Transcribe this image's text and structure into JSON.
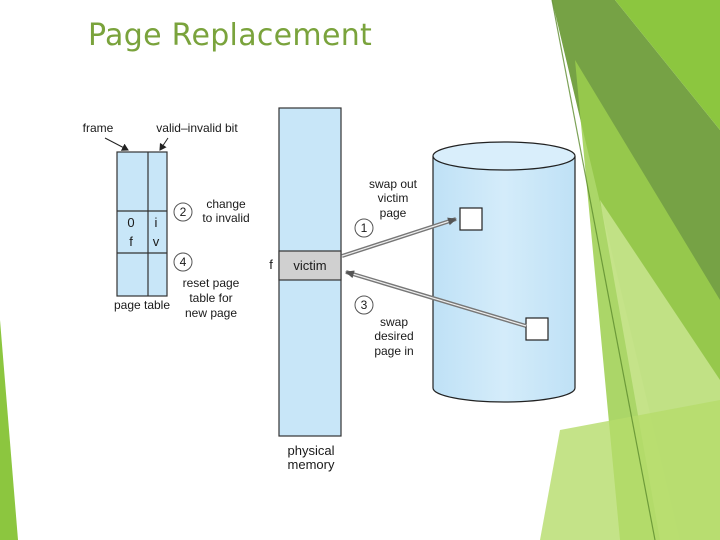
{
  "title": "Page Replacement",
  "diagram": {
    "frame_label": "frame",
    "valid_invalid_label": "valid–invalid bit",
    "page_table_label": "page table",
    "row_entries": [
      {
        "frame": "0",
        "bit": "i"
      },
      {
        "frame": "f",
        "bit": "v"
      }
    ],
    "steps": [
      {
        "number": "1",
        "lines": [
          "swap out",
          "victim",
          "page"
        ]
      },
      {
        "number": "2",
        "lines": [
          "change",
          "to invalid"
        ]
      },
      {
        "number": "3",
        "lines": [
          "swap",
          "desired",
          "page in"
        ]
      },
      {
        "number": "4",
        "lines": [
          "reset page",
          "table for",
          "new page"
        ]
      }
    ],
    "memory_frame_label": "f",
    "victim_label": "victim",
    "physical_memory_lines": [
      "physical",
      "memory"
    ]
  },
  "colors": {
    "title": "#7aa33c",
    "light_blue": "#c8e6f8",
    "victim_gray": "#d0d0d0",
    "green_dark": "#6a9a35",
    "green_mid": "#8cc63f",
    "green_light": "#bfe07a"
  }
}
